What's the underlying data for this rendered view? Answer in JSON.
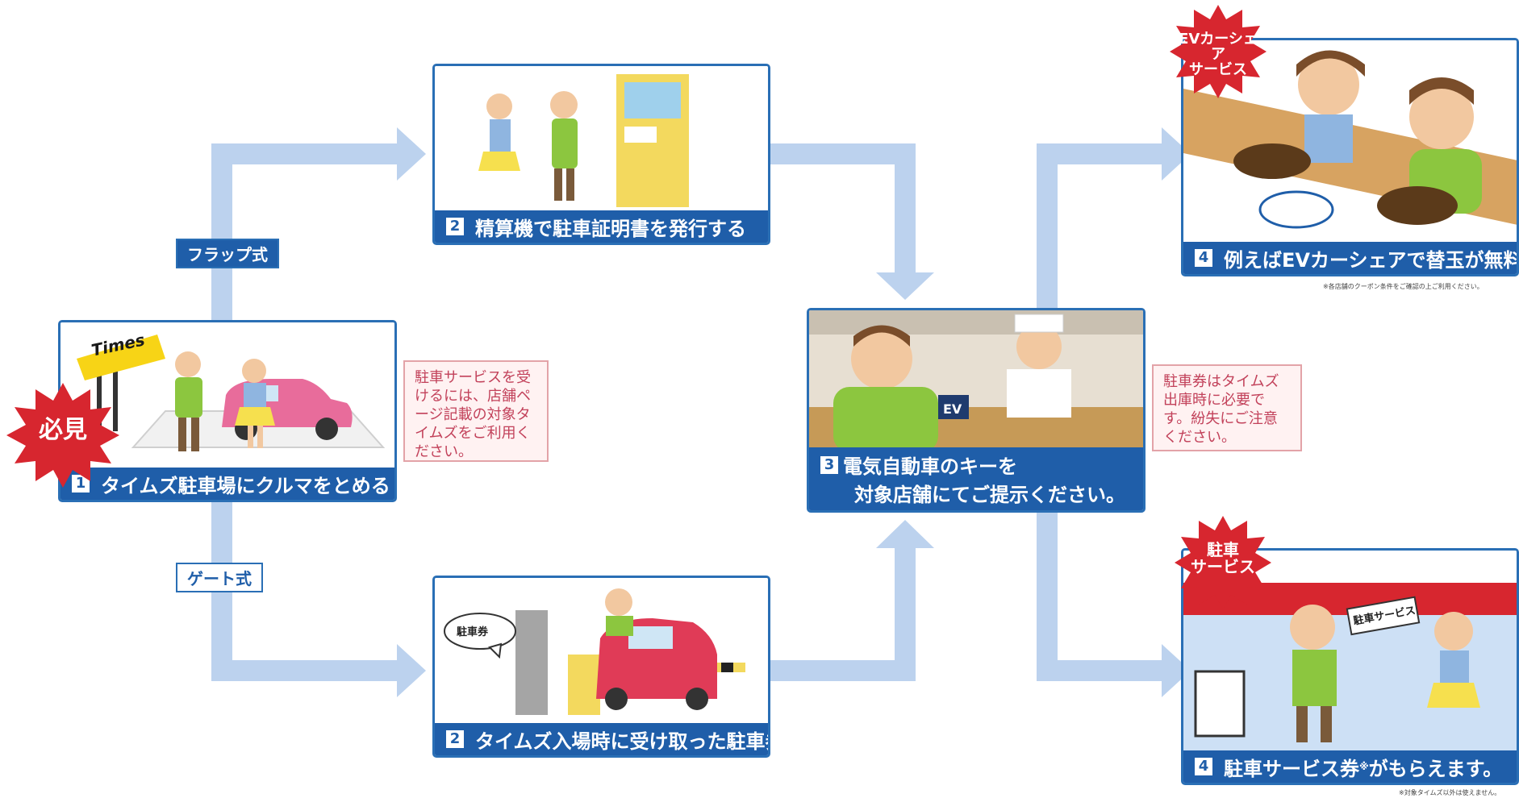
{
  "badge_must_see": "必見",
  "step1": {
    "num": "1",
    "caption": "タイムズ駐車場にクルマをとめる",
    "sign": "Times"
  },
  "tag_flap": "フラップ式",
  "tag_gate": "ゲート式",
  "note_left": "駐車サービスを受けるには、店舗ページ記載の対象タイムズをご利用ください。",
  "step2a": {
    "num": "2",
    "caption": "精算機で駐車証明書を発行する"
  },
  "step2b": {
    "num": "2",
    "caption": "タイムズ入場時に受け取った駐車券",
    "bubble": "駐車券"
  },
  "step3": {
    "num": "3",
    "caption_line1": "電気自動車のキーを",
    "caption_line2": "対象店舗にてご提示ください。",
    "ev_label": "EV"
  },
  "note_right": "駐車券はタイムズ出庫時に必要です。紛失にご注意ください。",
  "step4a": {
    "num": "4",
    "caption": "例えばEVカーシェアで替玉が無料に!",
    "burst": "EVカーシェア\nサービス",
    "footnote": "※各店舗のクーポン条件をご確認の上ご利用ください。"
  },
  "step4b": {
    "num": "4",
    "caption_main": "駐車サービス券",
    "caption_mark": "※",
    "caption_tail": "がもらえます。",
    "burst": "駐車\nサービス",
    "sign": "駐車サービス",
    "footnote": "※対象タイムズ以外は使えません。"
  },
  "colors": {
    "arrow": "#bcd2ee",
    "panel_border": "#2a6fb5",
    "caption_bg": "#1f5ea9",
    "burst": "#d7262f",
    "note_text": "#c2415a"
  }
}
